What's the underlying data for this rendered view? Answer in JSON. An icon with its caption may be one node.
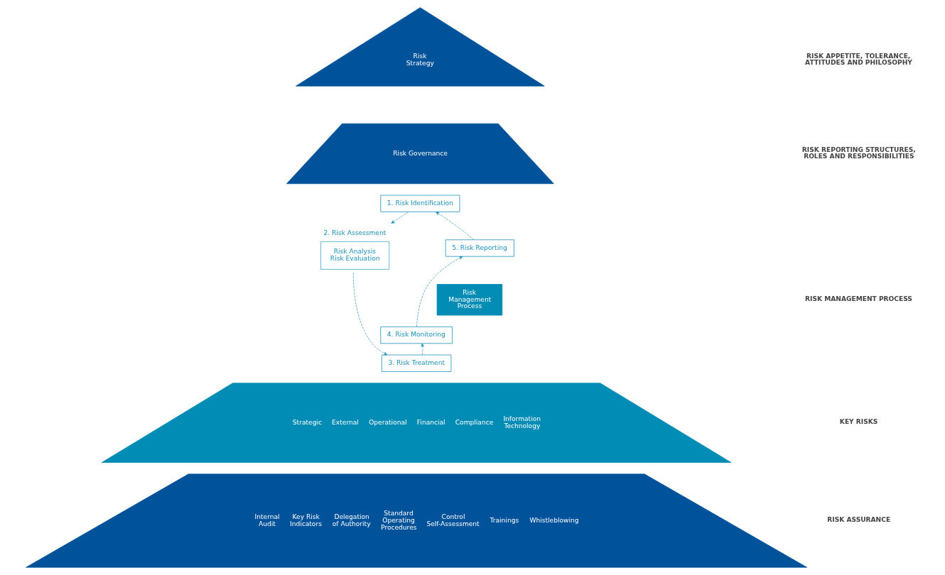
{
  "diagram": {
    "nodes": [
      {
        "text": [
          "Risk Strategy"
        ]
      },
      {
        "text": [
          "Risk Governance"
        ]
      },
      {
        "text": [
          "1. Risk Identification"
        ]
      },
      {
        "text": [
          "5. Risk Reporting"
        ]
      },
      {
        "text": [
          "2. Risk Assessment",
          "Risk Analysis",
          "Risk Evaluation"
        ]
      },
      {
        "text": [
          "Risk Management Process"
        ]
      },
      {
        "text": [
          "4. Risk Monitoring"
        ]
      },
      {
        "text": [
          "3. Risk Treatment"
        ]
      },
      {
        "text": [
          "Strategic",
          "External",
          "Operational",
          "Financial",
          "Compliance",
          "Information Technology"
        ]
      },
      {
        "text": [
          "Internal Audit",
          "Key Risk Indicators",
          "Delegation of Authority",
          "Standard Operating Procedures",
          "Control Self-Assessment",
          "Trainings",
          "Whistleblowing"
        ]
      }
    ],
    "edges": [
      {
        "from": 3,
        "to": 2,
        "arrow": "to",
        "style": "dashed"
      },
      {
        "from": 2,
        "to": 4,
        "arrow": "to",
        "style": "dashed"
      },
      {
        "from": 4,
        "to": 7,
        "arrow": "to",
        "style": "dashed"
      },
      {
        "from": 7,
        "to": 6,
        "arrow": "to",
        "style": "dashed"
      },
      {
        "from": 6,
        "to": 3,
        "arrow": "to",
        "style": "dashed"
      }
    ],
    "labels": [
      "RISK APPETITE, TOLERANCE, ATTITUDES AND PHILOSOPHY",
      "RISK REPORTING STRUCTURES, ROLES AND RESPONSIBILITIES",
      "RISK MANAGEMENT PROCESS",
      "KEY RISKS",
      "RISK ASSURANCE"
    ]
  }
}
